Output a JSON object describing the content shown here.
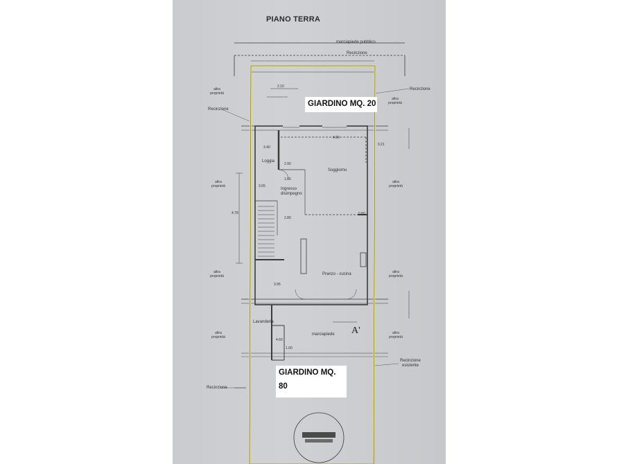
{
  "drawing": {
    "title": "PIANO TERRA",
    "garden_front_label": "GIARDINO MQ. 20",
    "garden_back_label": "GIARDINO MQ. 80",
    "section_marker": "A'",
    "colors": {
      "sheet": "#cbcdd0",
      "lines": "#3a3a3a",
      "boundary_highlight": "#e9e58a",
      "label_background": "#ffffff"
    },
    "notes": {
      "marciapiede_top": "marciapiede pubblico",
      "recinzione": "Recinzione",
      "recinzione_right": "Recinzione",
      "loggia": "Loggia",
      "soggiorno": "Soggiorno",
      "ingresso": "Ingresso disimpegno",
      "pranzo_cucina": "Pranzo - cucina",
      "lavanderia": "Lavanderia",
      "marciapiede_bottom": "marciapiede",
      "recinzione_esistente": "Recinzione esistente",
      "recinzione_left_bottom": "Recinzione"
    },
    "altra_proprieta": "altra proprietà",
    "dimensions": [
      "2.10",
      "4.66",
      "3.40",
      "2.90",
      "1.65",
      "3.65",
      "2.80",
      "4.78",
      "3.95",
      "4.60",
      "1.00",
      "0.21",
      "0.80"
    ]
  }
}
